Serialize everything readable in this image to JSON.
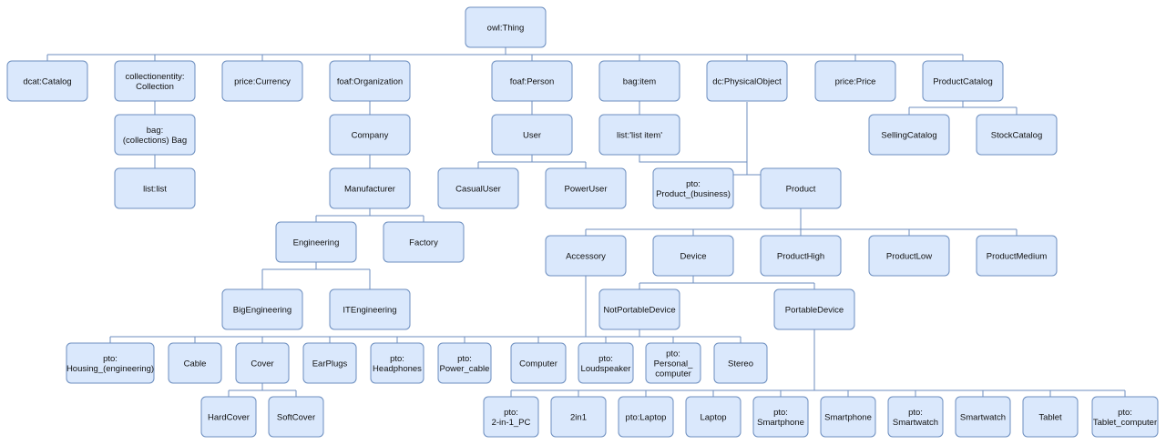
{
  "diagram": {
    "nodes": [
      {
        "id": "thing",
        "label": "owl:Thing"
      },
      {
        "id": "catalog",
        "label": "dcat:Catalog"
      },
      {
        "id": "collection",
        "label": "collectionentity:\nCollection"
      },
      {
        "id": "currency",
        "label": "price:Currency"
      },
      {
        "id": "organization",
        "label": "foaf:Organization"
      },
      {
        "id": "person",
        "label": "foaf:Person"
      },
      {
        "id": "bagitem",
        "label": "bag:item"
      },
      {
        "id": "physobj",
        "label": "dc:PhysicalObject"
      },
      {
        "id": "price",
        "label": "price:Price"
      },
      {
        "id": "productcatalog",
        "label": "ProductCatalog"
      },
      {
        "id": "bag",
        "label": "bag:\n(collections) Bag"
      },
      {
        "id": "list",
        "label": "list:list"
      },
      {
        "id": "company",
        "label": "Company"
      },
      {
        "id": "manufacturer",
        "label": "Manufacturer"
      },
      {
        "id": "engineering",
        "label": "Engineering"
      },
      {
        "id": "factory",
        "label": "Factory"
      },
      {
        "id": "bigeng",
        "label": "BigEngineering"
      },
      {
        "id": "iteng",
        "label": "ITEngineering"
      },
      {
        "id": "user",
        "label": "User"
      },
      {
        "id": "casualuser",
        "label": "CasualUser"
      },
      {
        "id": "poweruser",
        "label": "PowerUser"
      },
      {
        "id": "listitem",
        "label": "list:'list item'"
      },
      {
        "id": "sellingcatalog",
        "label": "SellingCatalog"
      },
      {
        "id": "stockcatalog",
        "label": "StockCatalog"
      },
      {
        "id": "ptoproduct",
        "label": "pto:\nProduct_(business)"
      },
      {
        "id": "product",
        "label": "Product"
      },
      {
        "id": "accessory",
        "label": "Accessory"
      },
      {
        "id": "device",
        "label": "Device"
      },
      {
        "id": "producthigh",
        "label": "ProductHigh"
      },
      {
        "id": "productlow",
        "label": "ProductLow"
      },
      {
        "id": "productmedium",
        "label": "ProductMedium"
      },
      {
        "id": "notportable",
        "label": "NotPortableDevice"
      },
      {
        "id": "portable",
        "label": "PortableDevice"
      },
      {
        "id": "housing",
        "label": "pto:\nHousing_(engineering)"
      },
      {
        "id": "cable",
        "label": "Cable"
      },
      {
        "id": "cover",
        "label": "Cover"
      },
      {
        "id": "earplugs",
        "label": "EarPlugs"
      },
      {
        "id": "headphones",
        "label": "pto:\nHeadphones"
      },
      {
        "id": "powercable",
        "label": "pto:\nPower_cable"
      },
      {
        "id": "hardcover",
        "label": "HardCover"
      },
      {
        "id": "softcover",
        "label": "SoftCover"
      },
      {
        "id": "computer",
        "label": "Computer"
      },
      {
        "id": "loudspeaker",
        "label": "pto:\nLoudspeaker"
      },
      {
        "id": "personalcomputer",
        "label": "pto:\nPersonal_\ncomputer"
      },
      {
        "id": "stereo",
        "label": "Stereo"
      },
      {
        "id": "twoinonepc",
        "label": "pto:\n2-in-1_PC"
      },
      {
        "id": "twoinone",
        "label": "2in1"
      },
      {
        "id": "ptolaptop",
        "label": "pto:Laptop"
      },
      {
        "id": "laptop",
        "label": "Laptop"
      },
      {
        "id": "ptosmartphone",
        "label": "pto:\nSmartphone"
      },
      {
        "id": "smartphone",
        "label": "Smartphone"
      },
      {
        "id": "ptosmartwatch",
        "label": "pto:\nSmartwatch"
      },
      {
        "id": "smartwatch",
        "label": "Smartwatch"
      },
      {
        "id": "tablet",
        "label": "Tablet"
      },
      {
        "id": "ptotablet",
        "label": "pto:\nTablet_computer"
      }
    ],
    "edges": [
      [
        "thing",
        "catalog"
      ],
      [
        "thing",
        "collection"
      ],
      [
        "thing",
        "currency"
      ],
      [
        "thing",
        "organization"
      ],
      [
        "thing",
        "person"
      ],
      [
        "thing",
        "bagitem"
      ],
      [
        "thing",
        "physobj"
      ],
      [
        "thing",
        "price"
      ],
      [
        "thing",
        "productcatalog"
      ],
      [
        "collection",
        "bag"
      ],
      [
        "bag",
        "list"
      ],
      [
        "organization",
        "company"
      ],
      [
        "company",
        "manufacturer"
      ],
      [
        "manufacturer",
        "engineering"
      ],
      [
        "manufacturer",
        "factory"
      ],
      [
        "engineering",
        "bigeng"
      ],
      [
        "engineering",
        "iteng"
      ],
      [
        "person",
        "user"
      ],
      [
        "user",
        "casualuser"
      ],
      [
        "user",
        "poweruser"
      ],
      [
        "bagitem",
        "listitem"
      ],
      [
        "listitem",
        "ptoproduct"
      ],
      [
        "listitem",
        "product"
      ],
      [
        "physobj",
        "ptoproduct"
      ],
      [
        "physobj",
        "product"
      ],
      [
        "productcatalog",
        "sellingcatalog"
      ],
      [
        "productcatalog",
        "stockcatalog"
      ],
      [
        "product",
        "accessory"
      ],
      [
        "product",
        "device"
      ],
      [
        "product",
        "producthigh"
      ],
      [
        "product",
        "productlow"
      ],
      [
        "product",
        "productmedium"
      ],
      [
        "device",
        "notportable"
      ],
      [
        "device",
        "portable"
      ],
      [
        "accessory",
        "housing"
      ],
      [
        "accessory",
        "cable"
      ],
      [
        "accessory",
        "cover"
      ],
      [
        "accessory",
        "earplugs"
      ],
      [
        "accessory",
        "headphones"
      ],
      [
        "accessory",
        "powercable"
      ],
      [
        "cover",
        "hardcover"
      ],
      [
        "cover",
        "softcover"
      ],
      [
        "notportable",
        "computer"
      ],
      [
        "notportable",
        "loudspeaker"
      ],
      [
        "notportable",
        "personalcomputer"
      ],
      [
        "notportable",
        "stereo"
      ],
      [
        "portable",
        "twoinonepc"
      ],
      [
        "portable",
        "twoinone"
      ],
      [
        "portable",
        "ptolaptop"
      ],
      [
        "portable",
        "laptop"
      ],
      [
        "portable",
        "ptosmartphone"
      ],
      [
        "portable",
        "smartphone"
      ],
      [
        "portable",
        "ptosmartwatch"
      ],
      [
        "portable",
        "smartwatch"
      ],
      [
        "portable",
        "tablet"
      ],
      [
        "portable",
        "ptotablet"
      ]
    ]
  }
}
